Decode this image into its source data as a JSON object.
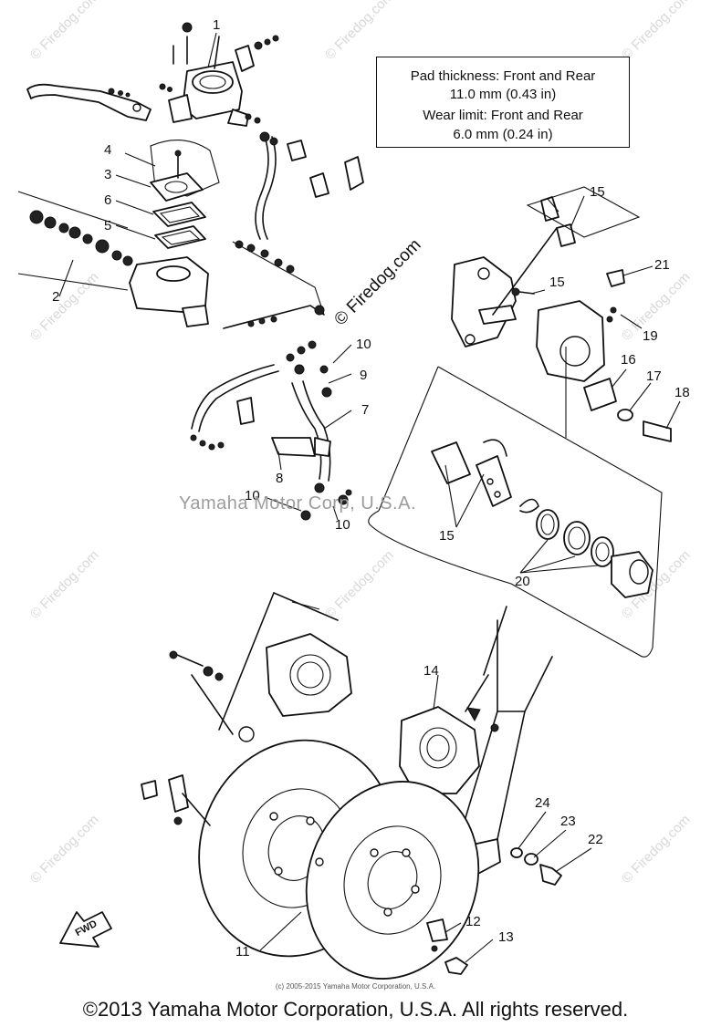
{
  "spec_box": {
    "line1": "Pad thickness:  Front and Rear",
    "line2": "11.0 mm (0.43 in)",
    "line3": "Wear limit:  Front and Rear",
    "line4": "6.0 mm (0.24 in)"
  },
  "callouts": {
    "c1": "1",
    "c2": "2",
    "c3": "3",
    "c4": "4",
    "c5": "5",
    "c6": "6",
    "c7": "7",
    "c8": "8",
    "c9": "9",
    "c10a": "10",
    "c10b": "10",
    "c10c": "10",
    "c11": "11",
    "c12": "12",
    "c13": "13",
    "c14": "14",
    "c15a": "15",
    "c15b": "15",
    "c15c": "15",
    "c16": "16",
    "c17": "17",
    "c18": "18",
    "c19": "19",
    "c20": "20",
    "c21": "21",
    "c22": "22",
    "c23": "23",
    "c24": "24"
  },
  "fwd_label": "FWD",
  "watermarks": {
    "center": "Yamaha Motor Corp, U.S.A.",
    "diagonal": "© Firedog.com",
    "tiles": "© Firedog.com"
  },
  "small_credit": "(c) 2005-2015 Yamaha Motor Corporation, U.S.A.",
  "footer": "©2013 Yamaha Motor Corporation, U.S.A. All rights reserved."
}
